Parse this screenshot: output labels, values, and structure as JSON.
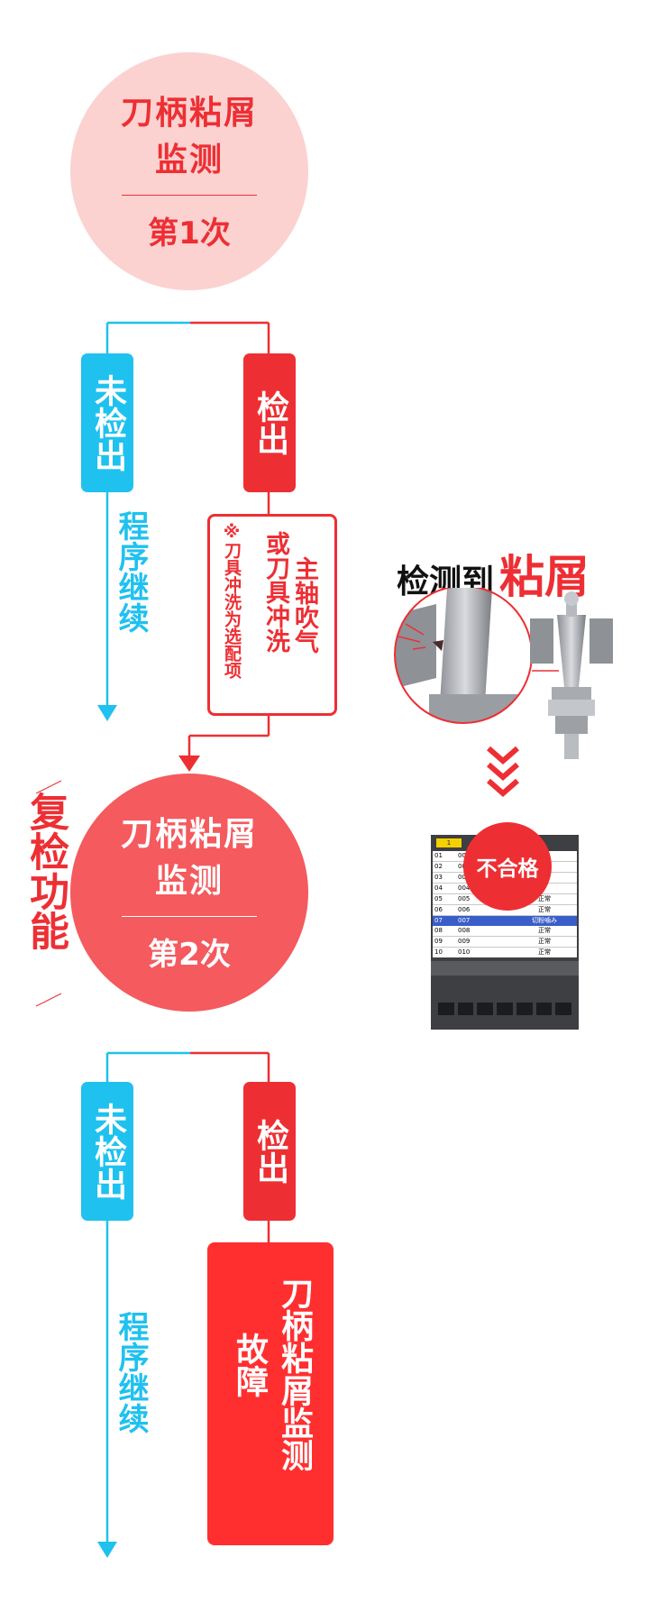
{
  "round1": {
    "title_line1": "刀柄粘屑",
    "title_line2": "监测",
    "sub": "第1次"
  },
  "round2": {
    "title_line1": "刀柄粘屑",
    "title_line2": "监测",
    "sub": "第2次"
  },
  "branch1": {
    "undetected": "未检出",
    "detected": "检出",
    "continue": "程序继续"
  },
  "branch2": {
    "undetected": "未检出",
    "detected": "检出",
    "continue": "程序继续"
  },
  "action_box": {
    "line1": "主轴吹气",
    "line2": "或刀具冲洗",
    "note": "※刀具冲洗为选配项"
  },
  "fault_box": {
    "line1": "刀柄粘屑监测",
    "line2": "故障"
  },
  "side_label": "复检功能",
  "illustration": {
    "heading_prefix": "检测到",
    "heading_emph": "粘屑",
    "badge": "不合格"
  },
  "screen": {
    "tab": "1",
    "rows": [
      {
        "a": "01",
        "b": "001",
        "s": ""
      },
      {
        "a": "02",
        "b": "002",
        "s": ""
      },
      {
        "a": "03",
        "b": "003",
        "s": ""
      },
      {
        "a": "04",
        "b": "004",
        "s": ""
      },
      {
        "a": "05",
        "b": "005",
        "s": "正常"
      },
      {
        "a": "06",
        "b": "006",
        "s": "正常"
      },
      {
        "a": "07",
        "b": "007",
        "s": "切粉噛み"
      },
      {
        "a": "08",
        "b": "008",
        "s": "正常"
      },
      {
        "a": "09",
        "b": "009",
        "s": "正常"
      },
      {
        "a": "10",
        "b": "010",
        "s": "正常"
      }
    ]
  },
  "colors": {
    "red": "#ed2f34",
    "blue": "#1fc1ef",
    "pink": "#fbd2d0",
    "salmon": "#f45a5e"
  }
}
